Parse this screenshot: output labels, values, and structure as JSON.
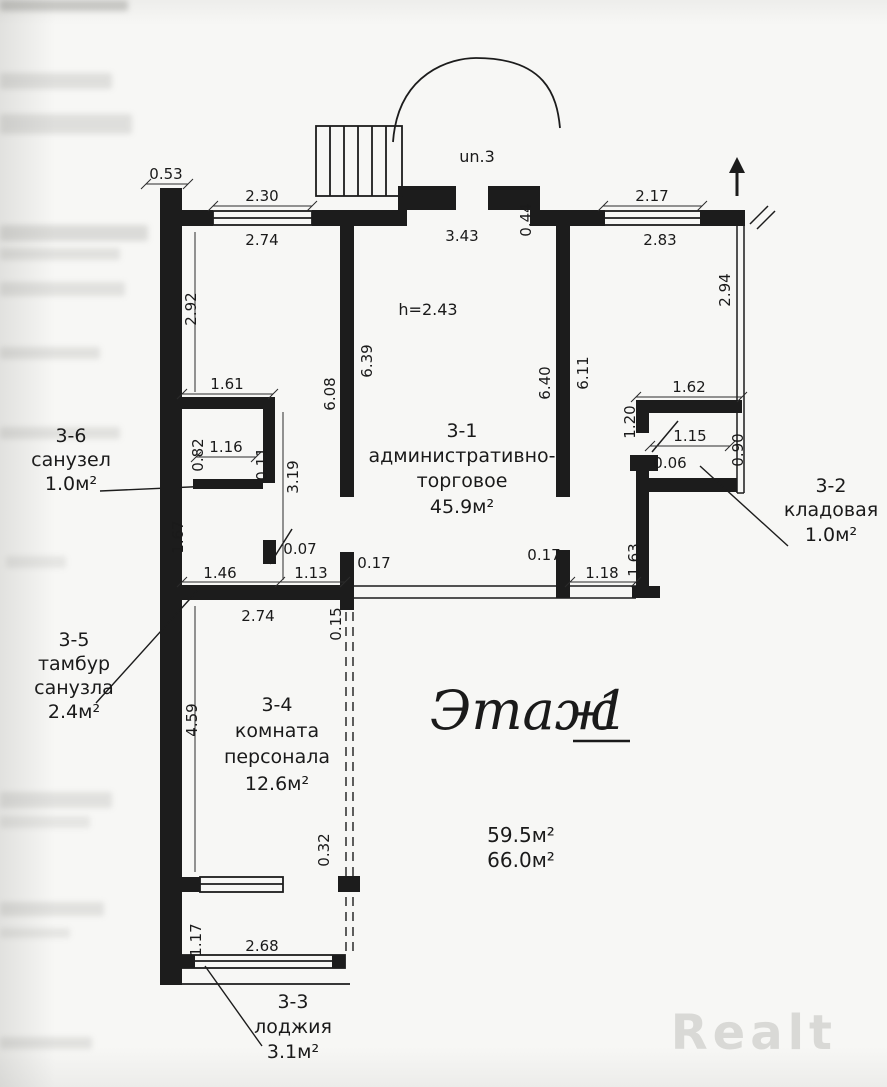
{
  "title": {
    "floor_word": "Этаж",
    "floor_number": "1"
  },
  "annotations": {
    "ceiling_height": "h=2.43",
    "staircase": "un.3",
    "area_total_1": "59.5м²",
    "area_total_2": "66.0м²"
  },
  "watermark": "Realt",
  "rooms": {
    "r1": {
      "id": "3-1",
      "line1": "административно-",
      "line2": "торговое",
      "area": "45.9м²"
    },
    "r2": {
      "id": "3-2",
      "line1": "кладовая",
      "area": "1.0м²"
    },
    "r3": {
      "id": "3-3",
      "line1": "лоджия",
      "area": "3.1м²"
    },
    "r4": {
      "id": "3-4",
      "line1": "комната",
      "line2": "персонала",
      "area": "12.6м²"
    },
    "r5": {
      "id": "3-5",
      "line1": "тамбур",
      "line2": "санузла",
      "area": "2.4м²"
    },
    "r6": {
      "id": "3-6",
      "line1": "санузел",
      "area": "1.0м²"
    }
  },
  "dims": {
    "d053": "0.53",
    "d230": "2.30",
    "d274a": "2.74",
    "d292": "2.92",
    "d161": "1.61",
    "d608": "6.08",
    "d639": "6.39",
    "d343": "3.43",
    "d044": "0.44",
    "d217": "2.17",
    "d283": "2.83",
    "d294": "2.94",
    "d640": "6.40",
    "d611": "6.11",
    "d162": "1.62",
    "d120": "1.20",
    "d115": "1.15",
    "d090": "0.90",
    "d006": "0.06",
    "d163": "1.63",
    "d118": "1.18",
    "d017a": "0.17",
    "d017b": "0.17",
    "d082": "0.82",
    "d116": "1.16",
    "d011": "0.11",
    "d319": "3.19",
    "d167": "1.67",
    "d007": "0.07",
    "d146": "1.46",
    "d113": "1.13",
    "d274b": "2.74",
    "d015": "0.15",
    "d459": "4.59",
    "d032": "0.32",
    "d117": "1.17",
    "d268": "2.68"
  }
}
